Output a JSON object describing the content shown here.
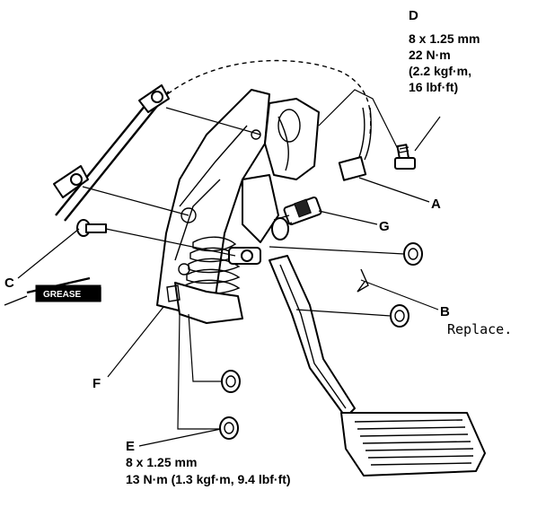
{
  "callouts": {
    "a": "A",
    "b": "B",
    "c": "C",
    "d": "D",
    "e": "E",
    "f": "F",
    "g": "G"
  },
  "specs": {
    "d_line1": "8 x 1.25 mm",
    "d_line2": "22 N·m",
    "d_line3": "(2.2 kgf·m,",
    "d_line4": "16 lbf·ft)",
    "e_line1": "8 x 1.25 mm",
    "e_line2": "13 N·m (1.3 kgf·m, 9.4 lbf·ft)"
  },
  "notes": {
    "b_note": "Replace."
  },
  "grease": {
    "label": "GREASE"
  }
}
